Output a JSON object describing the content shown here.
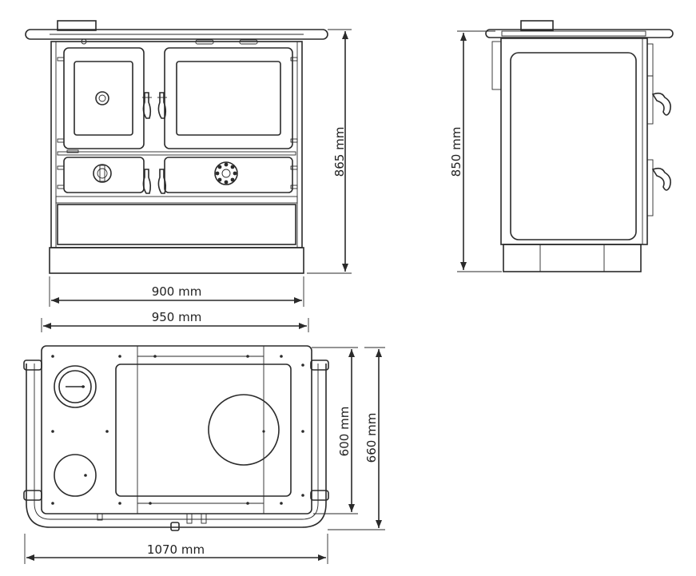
{
  "dimensions": {
    "front_height": "865 mm",
    "side_height": "850 mm",
    "width_body": "900 mm",
    "width_top": "950 mm",
    "depth_body": "600 mm",
    "depth_total": "660 mm",
    "width_total": "1070 mm"
  },
  "colors": {
    "line": "#2a2a2a",
    "background": "#ffffff"
  }
}
